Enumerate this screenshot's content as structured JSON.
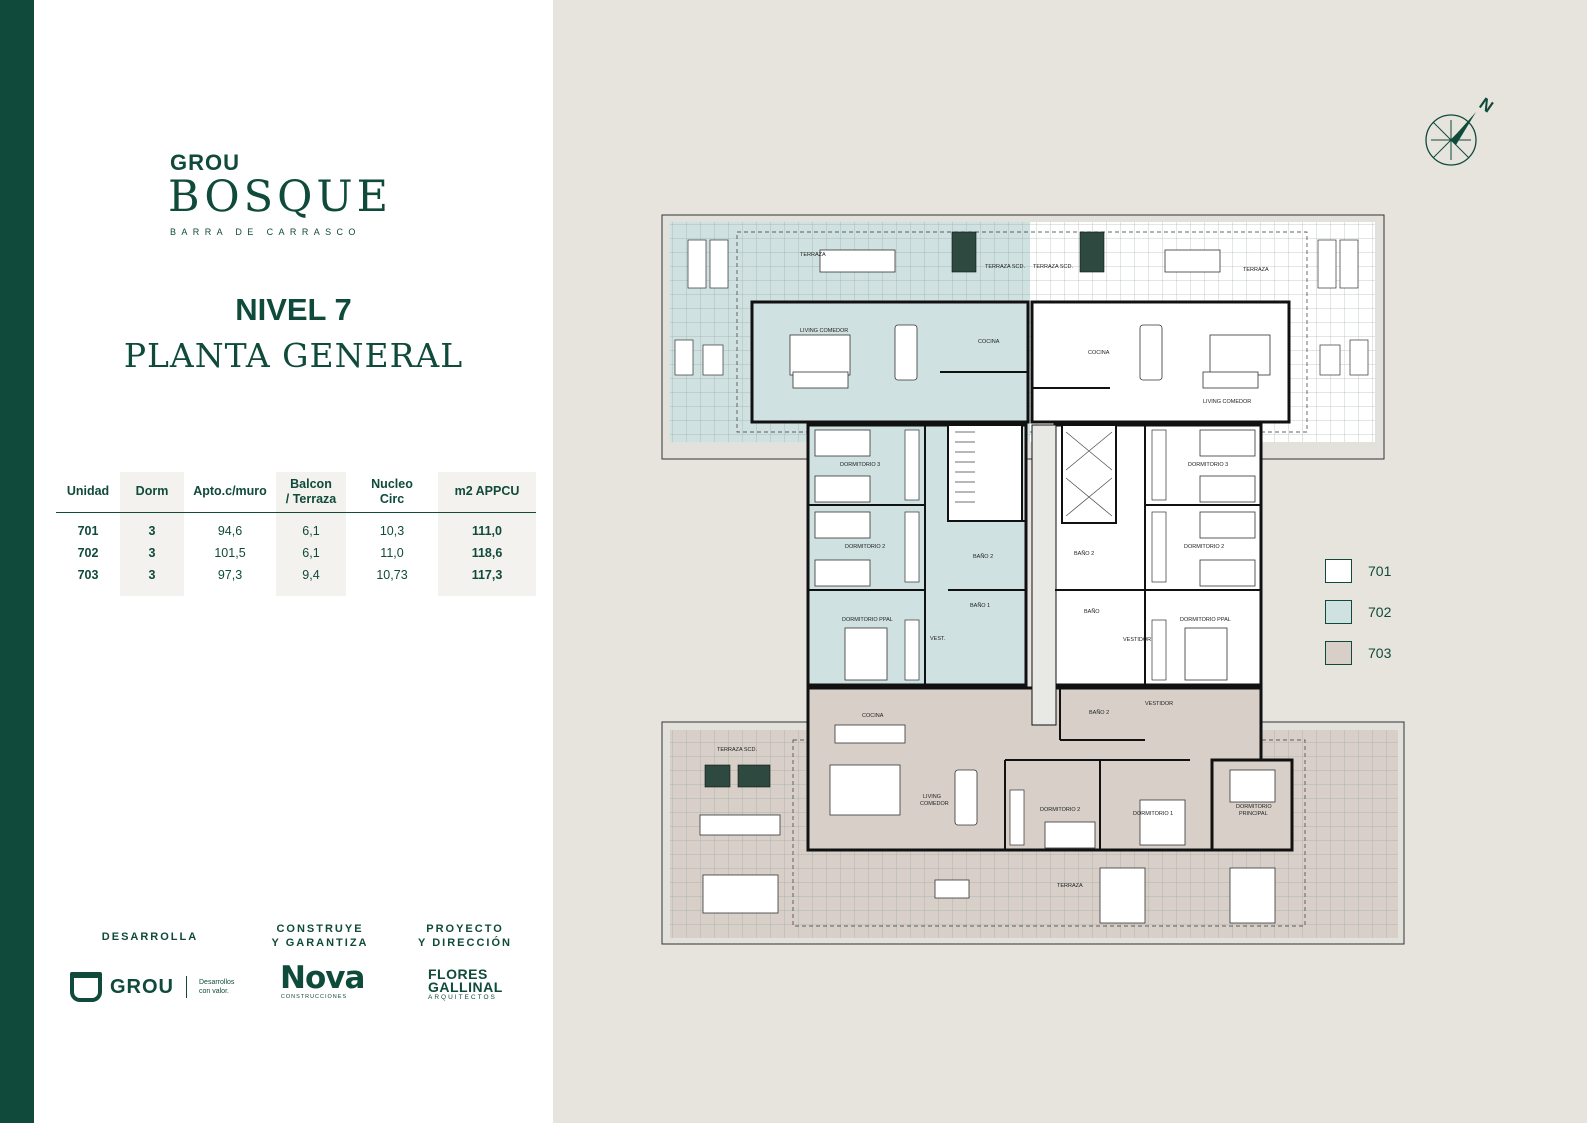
{
  "brand": {
    "line1": "GROU",
    "line2": "BOSQUE",
    "line3": "BARRA DE CARRASCO"
  },
  "heading": {
    "level": "NIVEL 7",
    "plan": "PLANTA GENERAL"
  },
  "table": {
    "headers": {
      "unidad": "Unidad",
      "dorm": "Dorm",
      "apto": "Apto.c/muro",
      "balcon_1": "Balcon",
      "balcon_2": "/ Terraza",
      "nucleo_1": "Nucleo",
      "nucleo_2": "Circ",
      "m2": "m2 APPCU"
    },
    "rows": [
      {
        "unidad": "701",
        "dorm": "3",
        "apto": "94,6",
        "balcon": "6,1",
        "nucleo": "10,3",
        "m2": "111,0"
      },
      {
        "unidad": "702",
        "dorm": "3",
        "apto": "101,5",
        "balcon": "6,1",
        "nucleo": "11,0",
        "m2": "118,6"
      },
      {
        "unidad": "703",
        "dorm": "3",
        "apto": "97,3",
        "balcon": "9,4",
        "nucleo": "10,73",
        "m2": "117,3"
      }
    ]
  },
  "credits": {
    "desarrolla": "DESARROLLA",
    "construye_1": "CONSTRUYE",
    "construye_2": "Y GARANTIZA",
    "proyecto_1": "PROYECTO",
    "proyecto_2": "Y DIRECCIÓN",
    "grou_name": "GROU",
    "grou_tag": "Desarrollos con valor.",
    "nova_name": "Nova",
    "nova_sub": "CONSTRUCCIONES",
    "flores_1": "FLORES",
    "flores_2": "GALLINAL",
    "flores_sub": "ARQUITECTOS"
  },
  "compass": {
    "label": "N"
  },
  "legend": [
    {
      "label": "701",
      "color": "#ffffff"
    },
    {
      "label": "702",
      "color": "#cfe1e0"
    },
    {
      "label": "703",
      "color": "#d8d0c8"
    }
  ],
  "rooms": {
    "terraza_701": "TERRAZA",
    "terraza_sc_702": "TERRAZA SCD.",
    "terraza_sc_701": "TERRAZA SCD.",
    "terraza_702": "TERRAZA",
    "living_702": "LIVING COMEDOR",
    "cocina_702": "COCINA",
    "cocina_701": "COCINA",
    "living_701": "LIVING COMEDOR",
    "dorm3_702": "DORMITORIO 3",
    "dorm2_702": "DORMITORIO 2",
    "bano2_702": "BAÑO 2",
    "bano1_702": "BAÑO 1",
    "ppal_702": "DORMITORIO PPAL",
    "vest_702": "VEST.",
    "dorm3_701": "DORMITORIO 3",
    "dorm2_701": "DORMITORIO 2",
    "bano2_701": "BAÑO 2",
    "bano_701": "BAÑO",
    "vestidor_701": "VESTIDOR",
    "ppal_701": "DORMITORIO PPAL",
    "cocina_703": "COCINA",
    "terraza_sc_703": "TERRAZA SCD.",
    "living_703_1": "LIVING",
    "living_703_2": "COMEDOR",
    "bano2_703": "BAÑO 2",
    "vestidor_703": "VESTIDOR",
    "dorm2_703": "DORMITORIO 2",
    "dorm1_703": "DORMITORIO 1",
    "ppal_703_1": "DORMITORIO",
    "ppal_703_2": "PRINCIPAL",
    "terraza_703": "TERRAZA"
  }
}
